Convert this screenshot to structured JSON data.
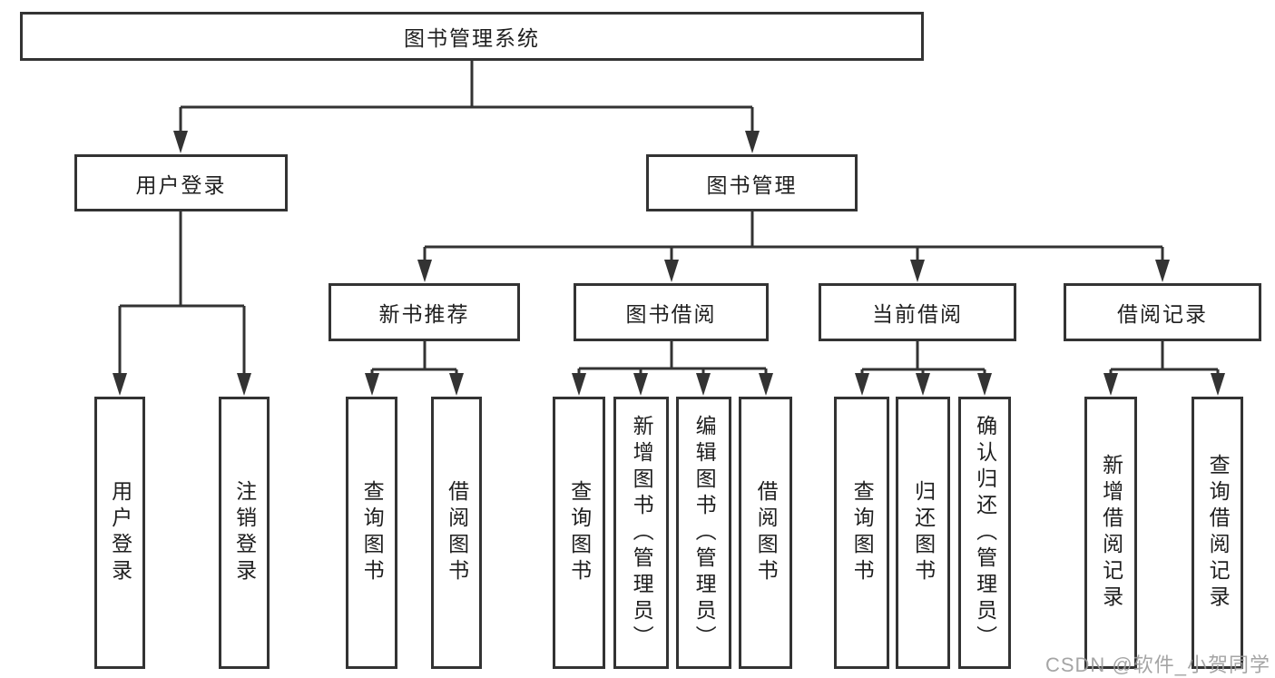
{
  "diagram": {
    "root": {
      "label": "图书管理系统"
    },
    "level2": {
      "user_login": {
        "label": "用户登录"
      },
      "book_mgmt": {
        "label": "图书管理"
      }
    },
    "level3": {
      "new_books": {
        "label": "新书推荐"
      },
      "book_borrow": {
        "label": "图书借阅"
      },
      "current_borrow": {
        "label": "当前借阅"
      },
      "borrow_records": {
        "label": "借阅记录"
      }
    },
    "leaves": {
      "user_login": [
        "用户登录",
        "注销登录"
      ],
      "new_books": [
        "查询图书",
        "借阅图书"
      ],
      "book_borrow": [
        "查询图书",
        "新增图书（管理员）",
        "编辑图书（管理员）",
        "借阅图书"
      ],
      "current_borrow": [
        "查询图书",
        "归还图书",
        "确认归还（管理员）"
      ],
      "borrow_records": [
        "新增借阅记录",
        "查询借阅记录"
      ]
    }
  },
  "watermark": {
    "text": "CSDN @软件_小贺同学"
  },
  "colors": {
    "line": "#333333",
    "box_border": "#333333",
    "box_background": "#ffffff",
    "text": "#1f1f1f",
    "watermark": "#9c9c9c",
    "background": "#ffffff"
  }
}
